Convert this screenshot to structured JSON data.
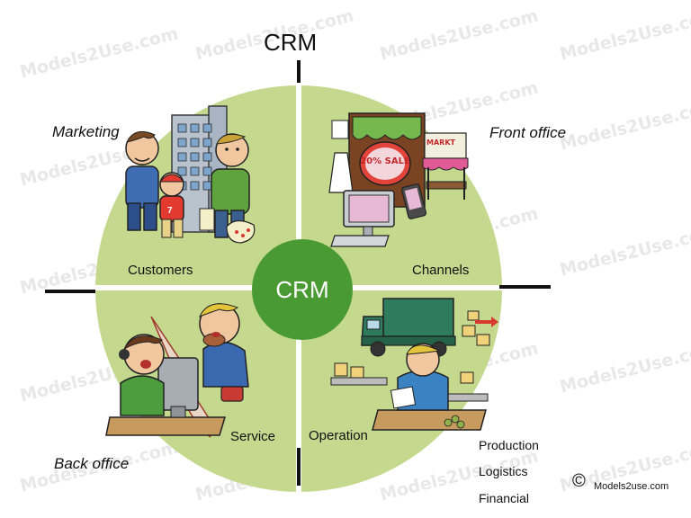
{
  "title": "CRM",
  "center_label": "CRM",
  "watermark": "Models2Use.com",
  "labels": {
    "marketing": "Marketing",
    "front_office": "Front office",
    "back_office": "Back office",
    "customers": "Customers",
    "channels": "Channels",
    "service": "Service",
    "operation": "Operation"
  },
  "operation_areas": [
    "Production",
    "Logistics",
    "Financial"
  ],
  "illustration_text": {
    "sale_sign": "20% SALE",
    "market_sign": "MARKT"
  },
  "copyright": {
    "symbol": "©",
    "text": "Models2use.com"
  },
  "colors": {
    "circle_fill": "#c5d98e",
    "center_fill": "#4a9a34",
    "divider": "#ffffff",
    "tick": "#111111"
  }
}
